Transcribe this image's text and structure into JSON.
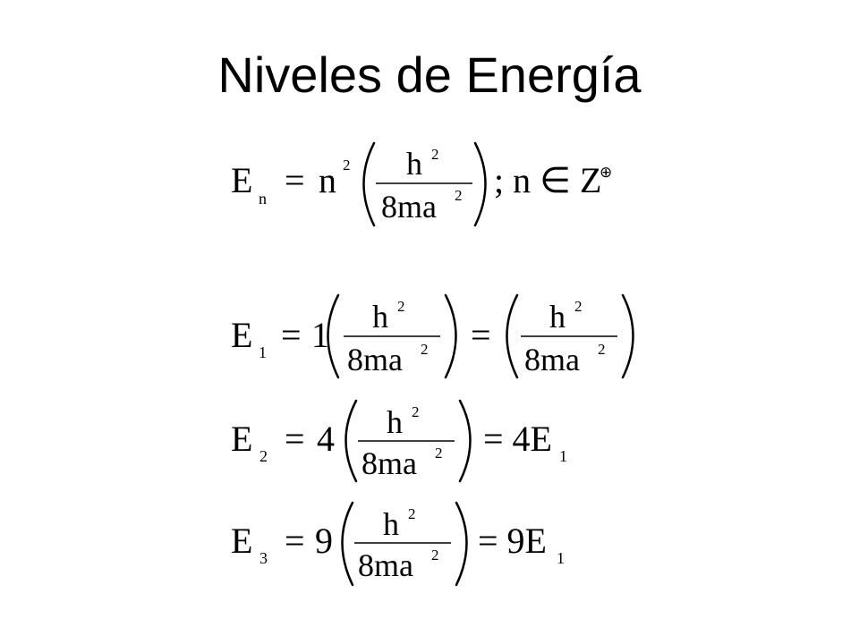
{
  "slide": {
    "title": "Niveles de Energía"
  },
  "colors": {
    "text": "#000000",
    "background": "#ffffff"
  },
  "equations": {
    "general": {
      "lhs": "E",
      "lhs_sub": "n",
      "eq": "=",
      "coef": "n",
      "coef_sup": "2",
      "num": "h",
      "num_sup": "2",
      "den": "8ma",
      "den_sup": "2",
      "tail": "; n ∈ Z",
      "tail_sup": "⊕"
    },
    "e1": {
      "lhs": "E",
      "lhs_sub": "1",
      "eq": "=",
      "coef": "1",
      "num": "h",
      "num_sup": "2",
      "den": "8ma",
      "den_sup": "2",
      "eq2": "=",
      "num2": "h",
      "num2_sup": "2",
      "den2": "8ma",
      "den2_sup": "2"
    },
    "e2": {
      "lhs": "E",
      "lhs_sub": "2",
      "eq": "=",
      "coef": "4",
      "num": "h",
      "num_sup": "2",
      "den": "8ma",
      "den_sup": "2",
      "rhs": "= 4E",
      "rhs_sub": "1"
    },
    "e3": {
      "lhs": "E",
      "lhs_sub": "3",
      "eq": "=",
      "coef": "9",
      "num": "h",
      "num_sup": "2",
      "den": "8ma",
      "den_sup": "2",
      "rhs": "= 9E",
      "rhs_sub": "1"
    }
  }
}
